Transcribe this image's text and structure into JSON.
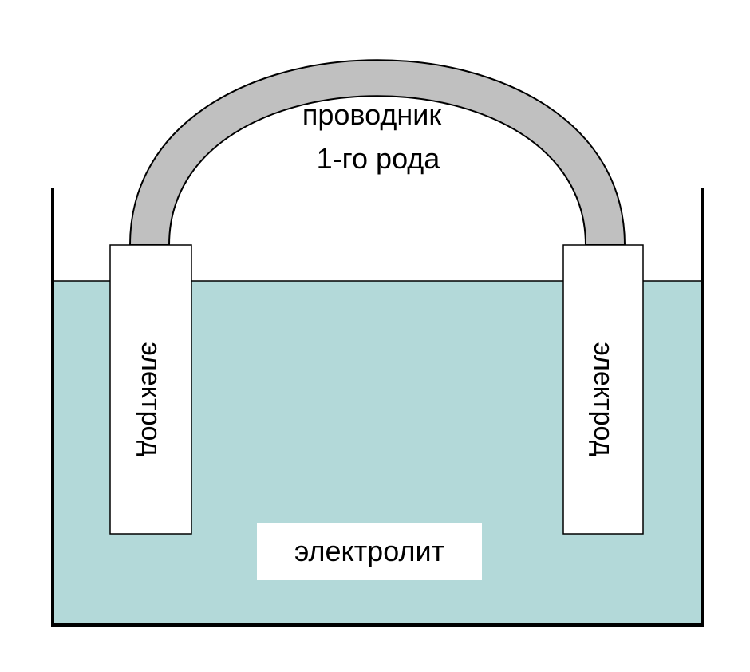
{
  "diagram": {
    "conductor_label_line1": "проводник",
    "conductor_label_line2": "1-го рода",
    "left_electrode_label": "электрод",
    "right_electrode_label": "электрод",
    "electrolyte_label": "электролит",
    "colors": {
      "background": "#ffffff",
      "electrolyte": "#b3d9d9",
      "conductor": "#c0c0c0",
      "electrode": "#ffffff",
      "outline": "#000000",
      "label_box": "#ffffff"
    }
  }
}
